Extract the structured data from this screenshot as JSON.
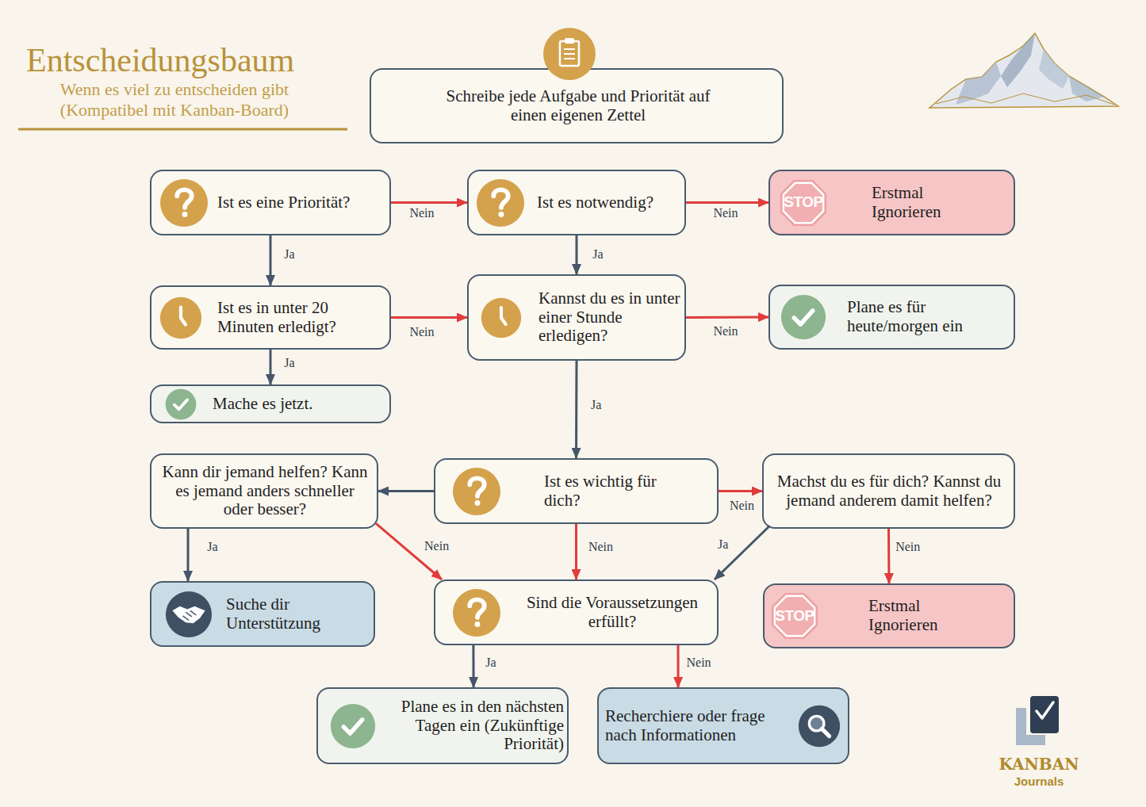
{
  "diagram": {
    "title": "Entscheidungsbaum",
    "caption": "Wenn es viel zu entscheiden gibt (Kompatibel mit Kanban-Board)",
    "nodes": [
      {
        "text": [
          "Schreibe jede Aufgabe und Priorität auf einen eigenen Zettel"
        ]
      },
      {
        "text": [
          "Ist es eine Priorität?"
        ]
      },
      {
        "text": [
          "Ist es notwendig?"
        ]
      },
      {
        "text": [
          "Erstmal Ignorieren"
        ]
      },
      {
        "text": [
          "Ist es in unter 20 Minuten erledigt?"
        ]
      },
      {
        "text": [
          "Kannst du es in unter einer Stunde erledigen?"
        ]
      },
      {
        "text": [
          "Plane es für heute/morgen ein"
        ]
      },
      {
        "text": [
          "Mache es jetzt."
        ]
      },
      {
        "text": [
          "Kann dir jemand helfen? Kann es jemand anders schneller oder besser?"
        ]
      },
      {
        "text": [
          "Ist es wichtig für dich?"
        ]
      },
      {
        "text": [
          "Machst du es für dich? Kannst du jemand anderem damit helfen?"
        ]
      },
      {
        "text": [
          "Suche dir Unterstützung"
        ]
      },
      {
        "text": [
          "Sind die Voraussetzungen erfüllt?"
        ]
      },
      {
        "text": [
          "Erstmal Ignorieren"
        ]
      },
      {
        "text": [
          "Plane es in den nächsten Tagen ein (Zukünftige Priorität)"
        ]
      },
      {
        "text": [
          "Recherchiere oder frage nach Informationen"
        ]
      }
    ],
    "edges": [
      {
        "from": 1,
        "to": 2,
        "label": "Nein",
        "arrow": "to"
      },
      {
        "from": 2,
        "to": 3,
        "label": "Nein",
        "arrow": "to"
      },
      {
        "from": 1,
        "to": 4,
        "label": "Ja",
        "arrow": "to"
      },
      {
        "from": 2,
        "to": 5,
        "label": "Ja",
        "arrow": "to"
      },
      {
        "from": 4,
        "to": 5,
        "label": "Nein",
        "arrow": "to"
      },
      {
        "from": 5,
        "to": 6,
        "label": "Nein",
        "arrow": "to"
      },
      {
        "from": 4,
        "to": 7,
        "label": "Ja",
        "arrow": "to"
      },
      {
        "from": 5,
        "to": 9,
        "label": "Ja",
        "arrow": "to"
      },
      {
        "from": 9,
        "to": 8,
        "arrow": "to"
      },
      {
        "from": 9,
        "to": 10,
        "label": "Nein",
        "arrow": "to"
      },
      {
        "from": 8,
        "to": 11,
        "label": "Ja",
        "arrow": "to"
      },
      {
        "from": 8,
        "to": 12,
        "label": "Nein",
        "arrow": "to"
      },
      {
        "from": 9,
        "to": 12,
        "label": "Nein",
        "arrow": "to"
      },
      {
        "from": 10,
        "to": 12,
        "label": "Ja",
        "arrow": "to"
      },
      {
        "from": 10,
        "to": 13,
        "label": "Nein",
        "arrow": "to"
      },
      {
        "from": 12,
        "to": 14,
        "label": "Ja",
        "arrow": "to"
      },
      {
        "from": 12,
        "to": 15,
        "label": "Nein",
        "arrow": "to"
      }
    ],
    "labels": [
      "STOP",
      "STOP",
      "KANBAN",
      "Journals"
    ]
  }
}
